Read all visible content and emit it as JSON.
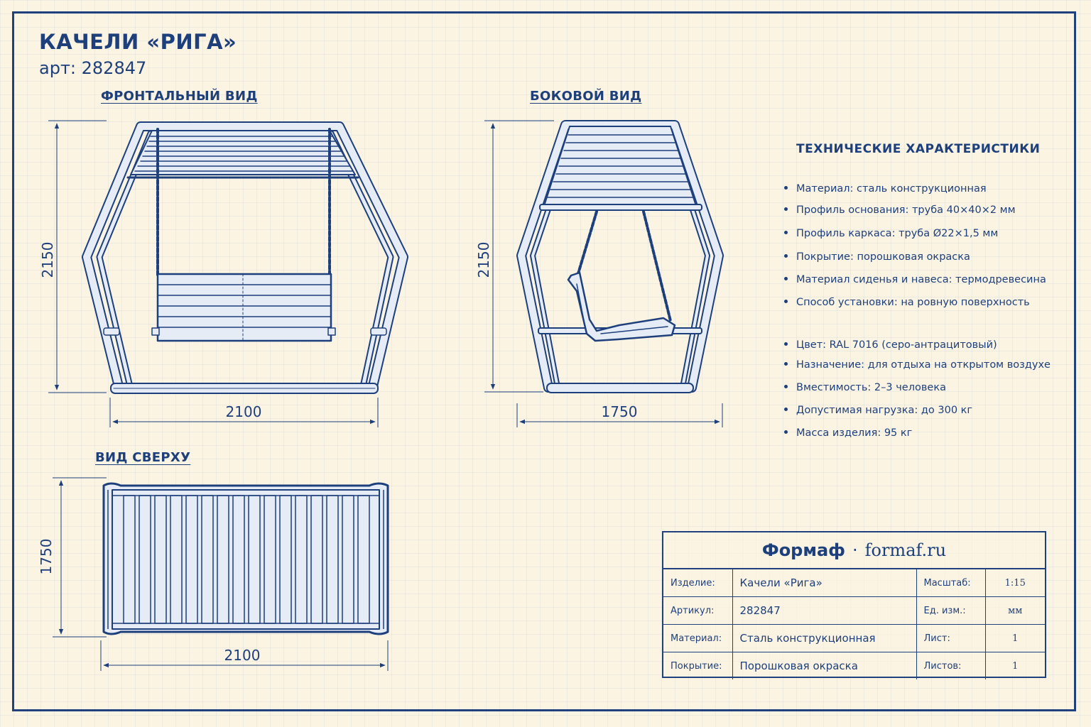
{
  "title": "КАЧЕЛИ «РИГА»",
  "article_line": "арт: 282847",
  "views": {
    "front": {
      "label": "ФРОНТАЛЬНЫЙ ВИД",
      "height_dim": "2150",
      "width_dim": "2100"
    },
    "side": {
      "label": "БОКОВОЙ ВИД",
      "height_dim": "2150",
      "width_dim": "1750"
    },
    "top": {
      "label": "ВИД СВЕРХУ",
      "depth_dim": "1750",
      "width_dim": "2100"
    }
  },
  "specs": {
    "heading": "ТЕХНИЧЕСКИЕ ХАРАКТЕРИСТИКИ",
    "items": [
      "Материал: сталь конструкционная",
      "Профиль основания: труба 40×40×2 мм",
      "Профиль каркаса: труба Ø22×1,5 мм",
      "Покрытие: порошковая окраска",
      "Материал сиденья и навеса: термодревесина",
      "Способ установки: на ровную поверхность",
      "Цвет: RAL 7016 (серо-антрацитовый)",
      "Назначение: для отдыха на открытом воздухе",
      "Вместимость: 2–3 человека",
      "Допустимая нагрузка: до 300 кг",
      "Масса изделия: 95 кг"
    ]
  },
  "stamp": {
    "brand": "Формаф",
    "separator": "·",
    "site": "formaf.ru",
    "rows": [
      {
        "label": "Изделие:",
        "value": "Качели «Рига»",
        "label2": "Масштаб:",
        "value2": "1:15"
      },
      {
        "label": "Артикул:",
        "value": "282847",
        "label2": "Ед. изм.:",
        "value2": "мм"
      },
      {
        "label": "Материал:",
        "value": "Сталь конструкционная",
        "label2": "Лист:",
        "value2": "1"
      },
      {
        "label": "Покрытие:",
        "value": "Порошковая окраска",
        "label2": "Листов:",
        "value2": "1"
      }
    ]
  },
  "colors": {
    "ink": "#1d3f7c",
    "paper": "#fbf4e3",
    "tube_fill": "#e6ecf6"
  }
}
